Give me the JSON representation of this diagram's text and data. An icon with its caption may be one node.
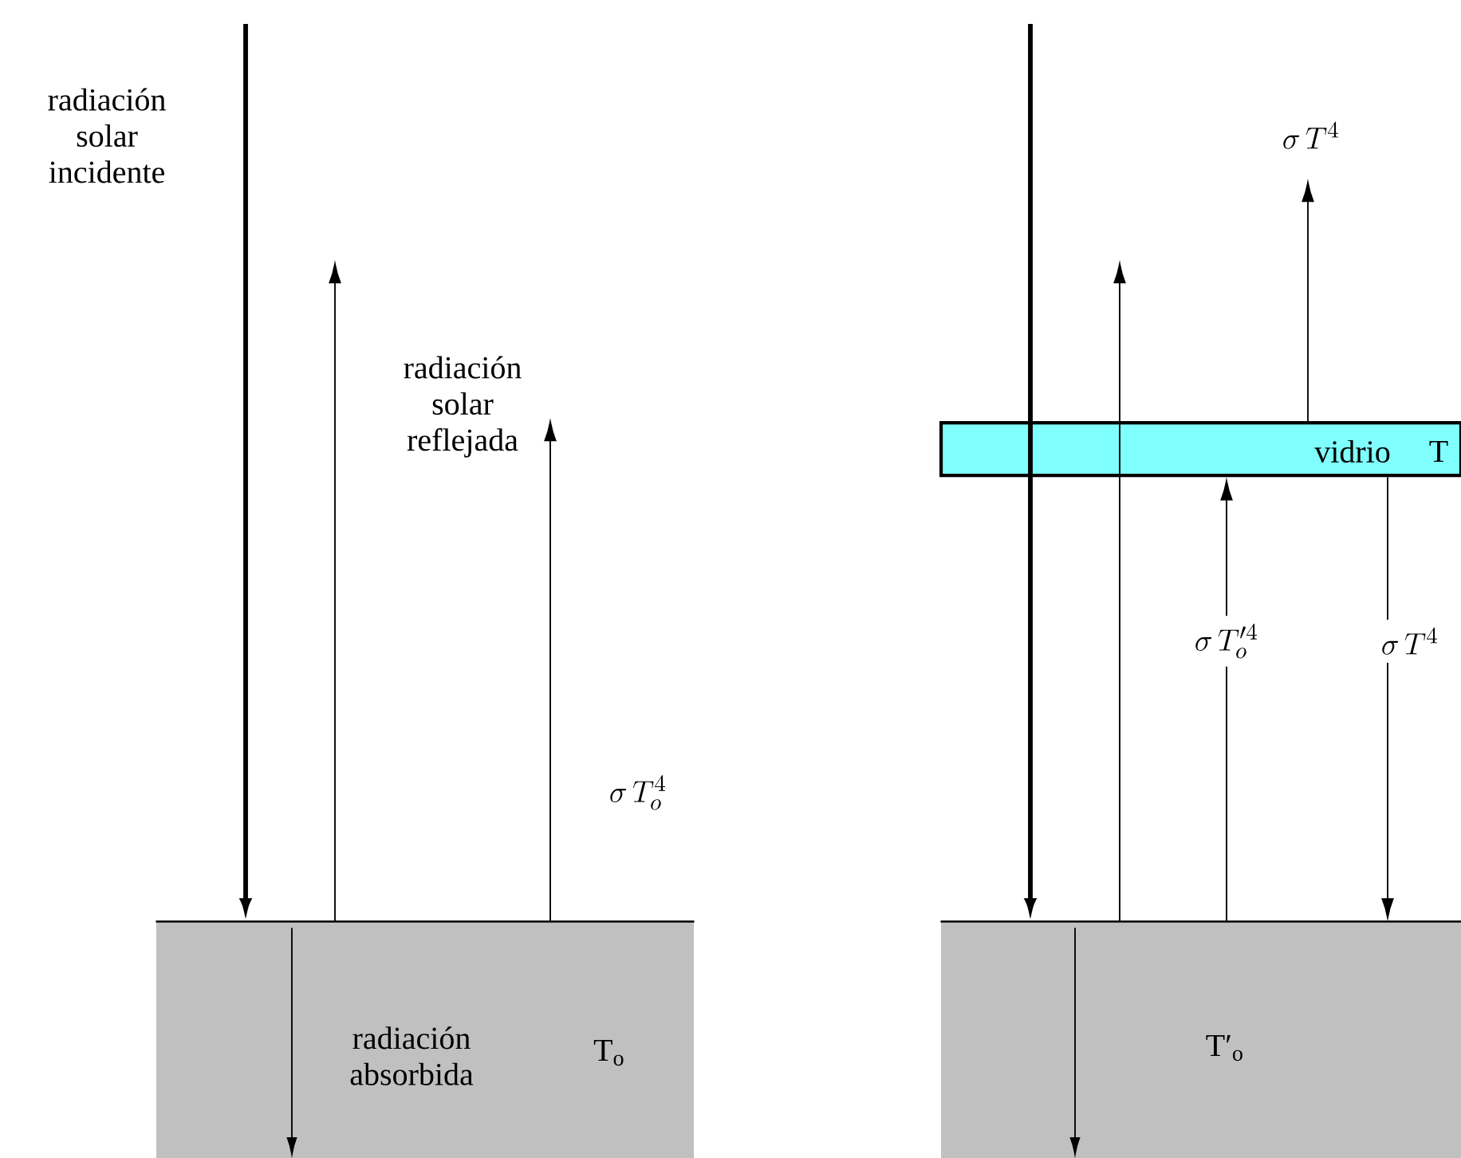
{
  "diagram": {
    "nodes": [
      {
        "text": [
          "radiación absorbida",
          "T$_{o}$"
        ]
      },
      {
        "text": [
          "vidrio",
          "T"
        ]
      },
      {
        "text": [
          "T′$_{o}$"
        ]
      }
    ],
    "edges": [
      {
        "from": null,
        "to": 0,
        "arrow": "to",
        "style": "thick",
        "label": "radiación solar incidente"
      },
      {
        "from": 0,
        "to": null,
        "arrow": "to",
        "label": "radiación solar reflejada"
      },
      {
        "from": 0,
        "to": null,
        "arrow": "to",
        "label": "\\sigma\\, T_{o}^{4}"
      },
      {
        "from": null,
        "to": 2,
        "arrow": "to",
        "style": "thick"
      },
      {
        "from": 2,
        "to": null,
        "arrow": "to"
      },
      {
        "from": 1,
        "to": null,
        "arrow": "to",
        "label": "\\sigma\\, T^{4}"
      },
      {
        "from": 2,
        "to": 1,
        "arrow": "to",
        "label": "\\sigma\\, T_{o}^{\\prime 4}"
      },
      {
        "from": 1,
        "to": 2,
        "arrow": "to",
        "label": "\\sigma\\, T^{4}"
      }
    ]
  }
}
